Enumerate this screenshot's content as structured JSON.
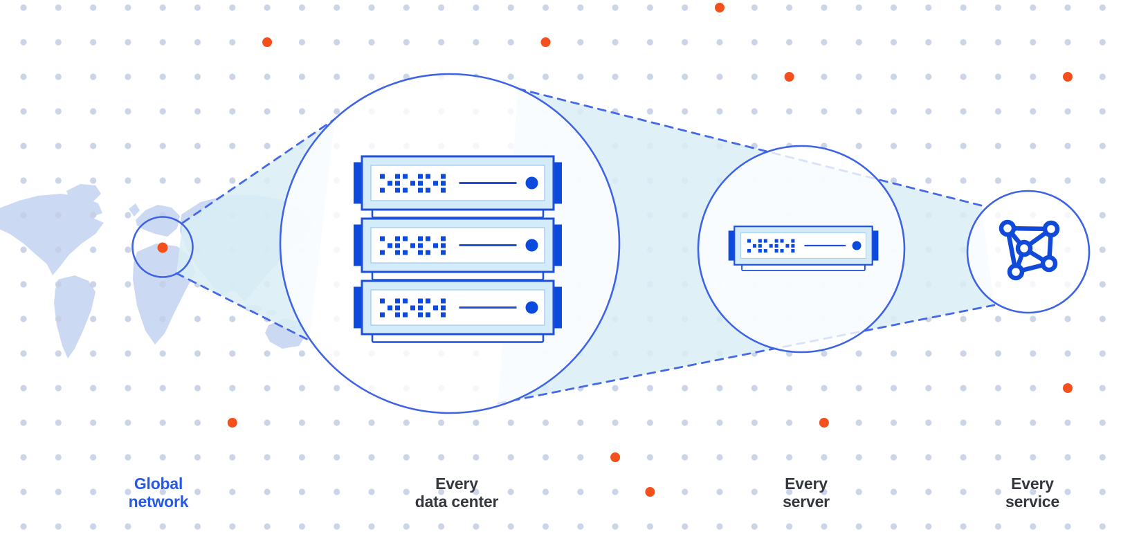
{
  "diagram_title": "Global network zoom diagram",
  "labels": [
    {
      "id": "global-network",
      "line1": "Global",
      "line2": "network",
      "emphasis": "blue"
    },
    {
      "id": "every-data-center",
      "line1": "Every",
      "line2": "data center",
      "emphasis": "dark"
    },
    {
      "id": "every-server",
      "line1": "Every",
      "line2": "server",
      "emphasis": "dark"
    },
    {
      "id": "every-service",
      "line1": "Every",
      "line2": "service",
      "emphasis": "dark"
    }
  ],
  "icons": [
    "world-map",
    "location-marker-icon",
    "magnify-circle",
    "server-rack-icon",
    "server-unit-icon",
    "mesh-network-icon",
    "dot-grid-pattern"
  ],
  "colors": {
    "background": "#ffffff",
    "grid_dot": "#c3cde4",
    "accent_orange": "#f4501e",
    "circle_stroke": "#3e63e4",
    "dash_stroke": "#4468e8",
    "beam_fill": "#d9eff6",
    "server_stroke": "#1d4fd8",
    "server_body_fill": "#d4ecfa",
    "server_dark_blue": "#0c49dd",
    "map_fill": "#ccd9f2",
    "label_dark": "#34383e",
    "label_blue": "#2659e9"
  },
  "accent_dots": {
    "grid": [
      [
        7,
        1
      ],
      [
        15,
        1
      ],
      [
        20,
        0
      ],
      [
        22,
        2
      ],
      [
        30,
        2
      ],
      [
        30,
        11
      ],
      [
        23,
        12
      ],
      [
        17,
        13
      ],
      [
        18,
        14
      ],
      [
        6,
        12
      ]
    ]
  },
  "server_unit": {
    "matrix_pattern": [
      "x.xx.xx.x",
      ".xx.xx.xx",
      "x.xx.xx.x"
    ]
  }
}
